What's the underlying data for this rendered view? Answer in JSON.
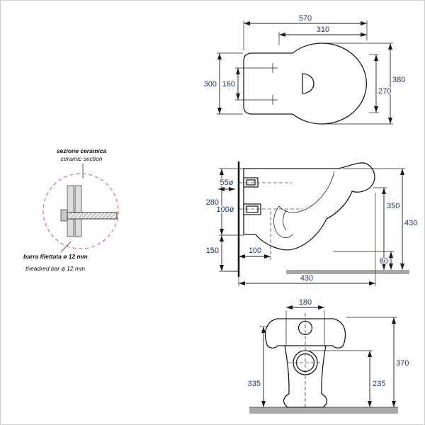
{
  "colors": {
    "dimension_text": "#20386b",
    "drawing_line": "#1a1a1a",
    "detail_circle": "#e06b6b",
    "floor": "#a9a9a9"
  },
  "plan": {
    "total_length": "570",
    "bowl_length": "310",
    "total_width": "380",
    "bowl_width": "270",
    "back_width": "300",
    "fixing_distance": "160"
  },
  "side": {
    "inlet_diameter": "55ø",
    "outlet_diameter": "100ø",
    "back_height": "280",
    "bottom_clearance": "150",
    "drain_offset": "100",
    "front_height": "350",
    "total_height": "430",
    "under_rim": "80",
    "total_depth": "430"
  },
  "front": {
    "top_width": "180",
    "total_height": "370",
    "side_height": "335",
    "drain_height": "235"
  },
  "detail": {
    "title_it": "sezione ceramica",
    "title_en": "ceramic section",
    "bar_label_it": "barra filettata ø 12 mm",
    "bar_label_en": "theadred bar ø 12 mm"
  }
}
